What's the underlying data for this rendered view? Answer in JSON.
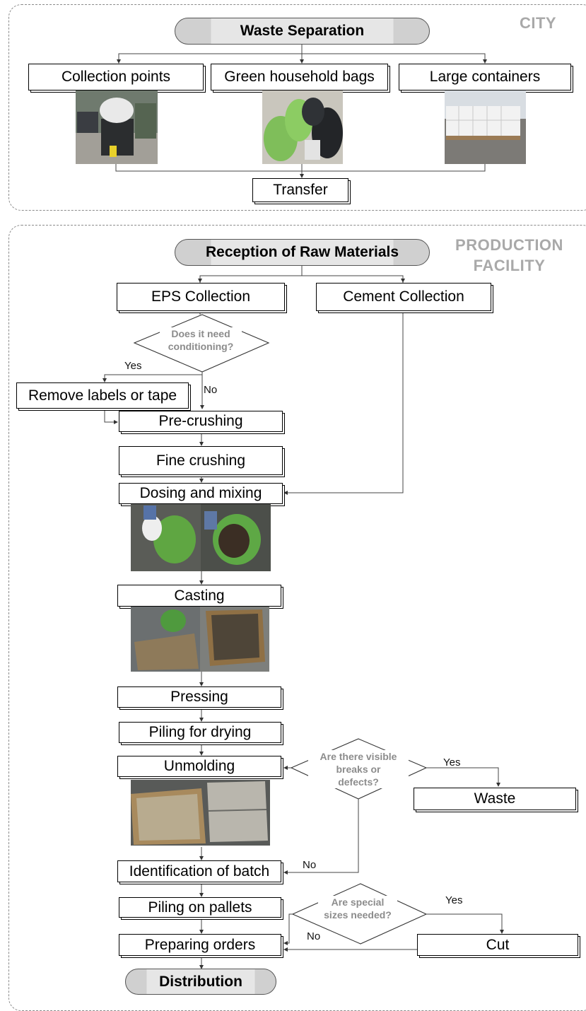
{
  "regions": {
    "city": "CITY",
    "production_line1": "PRODUCTION",
    "production_line2": "FACILITY"
  },
  "nodes": {
    "waste_separation": "Waste Separation",
    "collection_points": "Collection points",
    "green_household_bags": "Green household bags",
    "large_containers": "Large containers",
    "transfer": "Transfer",
    "reception": "Reception of Raw Materials",
    "eps_collection": "EPS Collection",
    "cement_collection": "Cement Collection",
    "remove_labels": "Remove labels or tape",
    "pre_crushing": "Pre-crushing",
    "fine_crushing": "Fine crushing",
    "dosing_mixing": "Dosing and mixing",
    "casting": "Casting",
    "pressing": "Pressing",
    "piling_drying": "Piling for drying",
    "unmolding": "Unmolding",
    "waste": "Waste",
    "identification": "Identification of batch",
    "piling_pallets": "Piling on pallets",
    "preparing_orders": "Preparing orders",
    "cut": "Cut",
    "distribution": "Distribution"
  },
  "decisions": {
    "conditioning_l1": "Does it need",
    "conditioning_l2": "conditioning?",
    "defects_l1": "Are there visible",
    "defects_l2": "breaks or",
    "defects_l3": "defects?",
    "special_l1": "Are special",
    "special_l2": "sizes needed?"
  },
  "edge_labels": {
    "cond_yes": "Yes",
    "cond_no": "No",
    "defects_yes": "Yes",
    "defects_no": "No",
    "special_yes": "Yes",
    "special_no": "No"
  },
  "colors": {
    "region_label": "#a9a9a9",
    "decision_text": "#8c8c8c",
    "pill_fill": "#e6e6e6"
  }
}
